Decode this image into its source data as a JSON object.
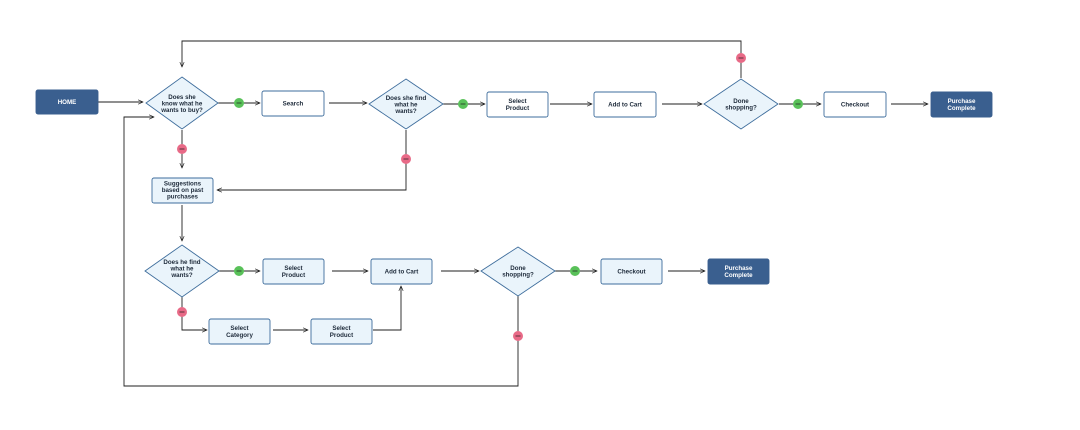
{
  "nodes": {
    "home": "HOME",
    "d1": [
      "Does she",
      "know what he",
      "wants to buy?"
    ],
    "search": "Search",
    "d2": [
      "Does she find",
      "what he",
      "wants?"
    ],
    "select_product_top": [
      "Select",
      "Product"
    ],
    "add_to_cart_top": "Add to Cart",
    "d3": [
      "Done",
      "shopping?"
    ],
    "checkout_top": "Checkout",
    "purchase_top": [
      "Purchase",
      "Complete"
    ],
    "suggestions": [
      "Suggestions",
      "based on past",
      "purchases"
    ],
    "d4": [
      "Does he find",
      "what he",
      "wants?"
    ],
    "select_product_mid": [
      "Select",
      "Product"
    ],
    "add_to_cart_mid": "Add to Cart",
    "d5": [
      "Done",
      "shopping?"
    ],
    "checkout_mid": "Checkout",
    "purchase_mid": [
      "Purchase",
      "Complete"
    ],
    "select_category": [
      "Select",
      "Category"
    ],
    "select_product_bot": [
      "Select",
      "Product"
    ]
  },
  "colors": {
    "yes_dot": "#59c159",
    "no_dot": "#e86a87",
    "terminal_fill": "#3a5f8f",
    "node_stroke": "#3e6d9c",
    "decision_fill": "#eaf4fb"
  }
}
